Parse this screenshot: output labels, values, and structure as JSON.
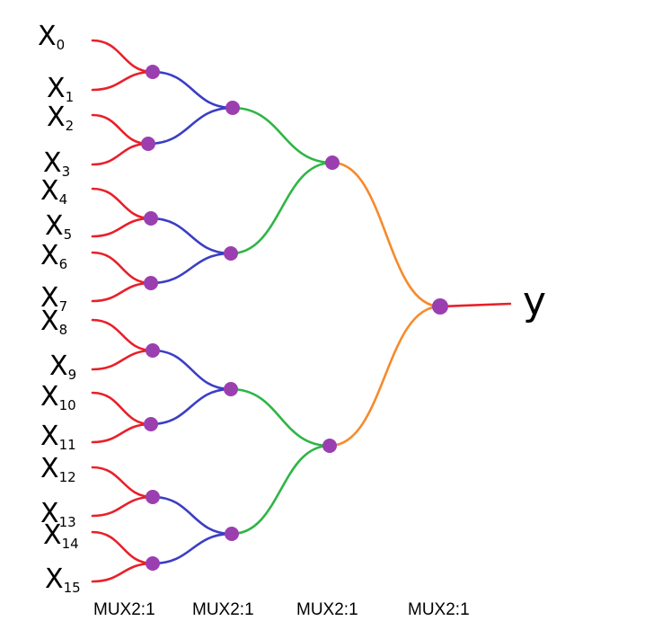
{
  "diagram": {
    "inputs": [
      {
        "base": "X",
        "sub": "0"
      },
      {
        "base": "X",
        "sub": "1"
      },
      {
        "base": "X",
        "sub": "2"
      },
      {
        "base": "X",
        "sub": "3"
      },
      {
        "base": "X",
        "sub": "4"
      },
      {
        "base": "X",
        "sub": "5"
      },
      {
        "base": "X",
        "sub": "6"
      },
      {
        "base": "X",
        "sub": "7"
      },
      {
        "base": "X",
        "sub": "8"
      },
      {
        "base": "X",
        "sub": "9"
      },
      {
        "base": "X",
        "sub": "10"
      },
      {
        "base": "X",
        "sub": "11"
      },
      {
        "base": "X",
        "sub": "12"
      },
      {
        "base": "X",
        "sub": "13"
      },
      {
        "base": "X",
        "sub": "14"
      },
      {
        "base": "X",
        "sub": "15"
      }
    ],
    "output": "y",
    "stage_labels": [
      "MUX2:1",
      "MUX2:1",
      "MUX2:1",
      "MUX2:1"
    ],
    "colors": {
      "stage1": "#e8202a",
      "stage2": "#3b3ec4",
      "stage3": "#2fb546",
      "stage4": "#f78a2c",
      "output": "#e8202a",
      "node": "#9b3fb0"
    }
  }
}
